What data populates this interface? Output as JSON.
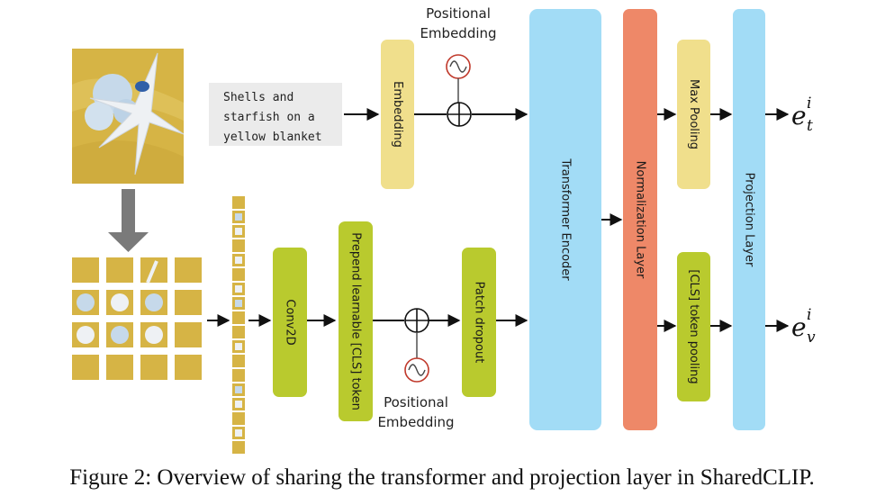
{
  "caption": "Figure 2: Overview of sharing the transformer and projection layer in SharedCLIP.",
  "text_input": {
    "lines": [
      "Shells and",
      "starfish on a",
      "yellow blanket"
    ]
  },
  "pos_embedding_top": {
    "line1": "Positional",
    "line2": "Embedding"
  },
  "pos_embedding_bottom": {
    "line1": "Positional",
    "line2": "Embedding"
  },
  "blocks": {
    "embedding": "Embedding",
    "conv2d": "Conv2D",
    "prepend_cls": "Prepend learnable [CLS] token",
    "patch_dropout": "Patch dropout",
    "transformer_encoder": "Transformer Encoder",
    "normalization_layer": "Normalization Layer",
    "max_pooling": "Max Pooling",
    "cls_token_pooling": "[CLS] token pooling",
    "projection_layer": "Projection Layer"
  },
  "outputs": {
    "text": {
      "base": "e",
      "sup": "i",
      "sub": "t"
    },
    "vision": {
      "base": "e",
      "sup": "i",
      "sub": "v"
    }
  },
  "colors": {
    "embedding_fill": "#f0df8c",
    "green_fill": "#b9ca2e",
    "blue_fill": "#a2dcf6",
    "orange_fill": "#ee8868",
    "text_box_fill": "#ebebeb",
    "pos_circle": "#c0392b",
    "down_arrow": "#7a7a7a",
    "image_bg": "#d6b445",
    "image_blue": "#c6d9ea",
    "image_white": "#eef1f4"
  },
  "icons": [
    "sine-wave-icon",
    "plus-circle-icon",
    "down-arrow-icon",
    "image-thumbnail"
  ]
}
